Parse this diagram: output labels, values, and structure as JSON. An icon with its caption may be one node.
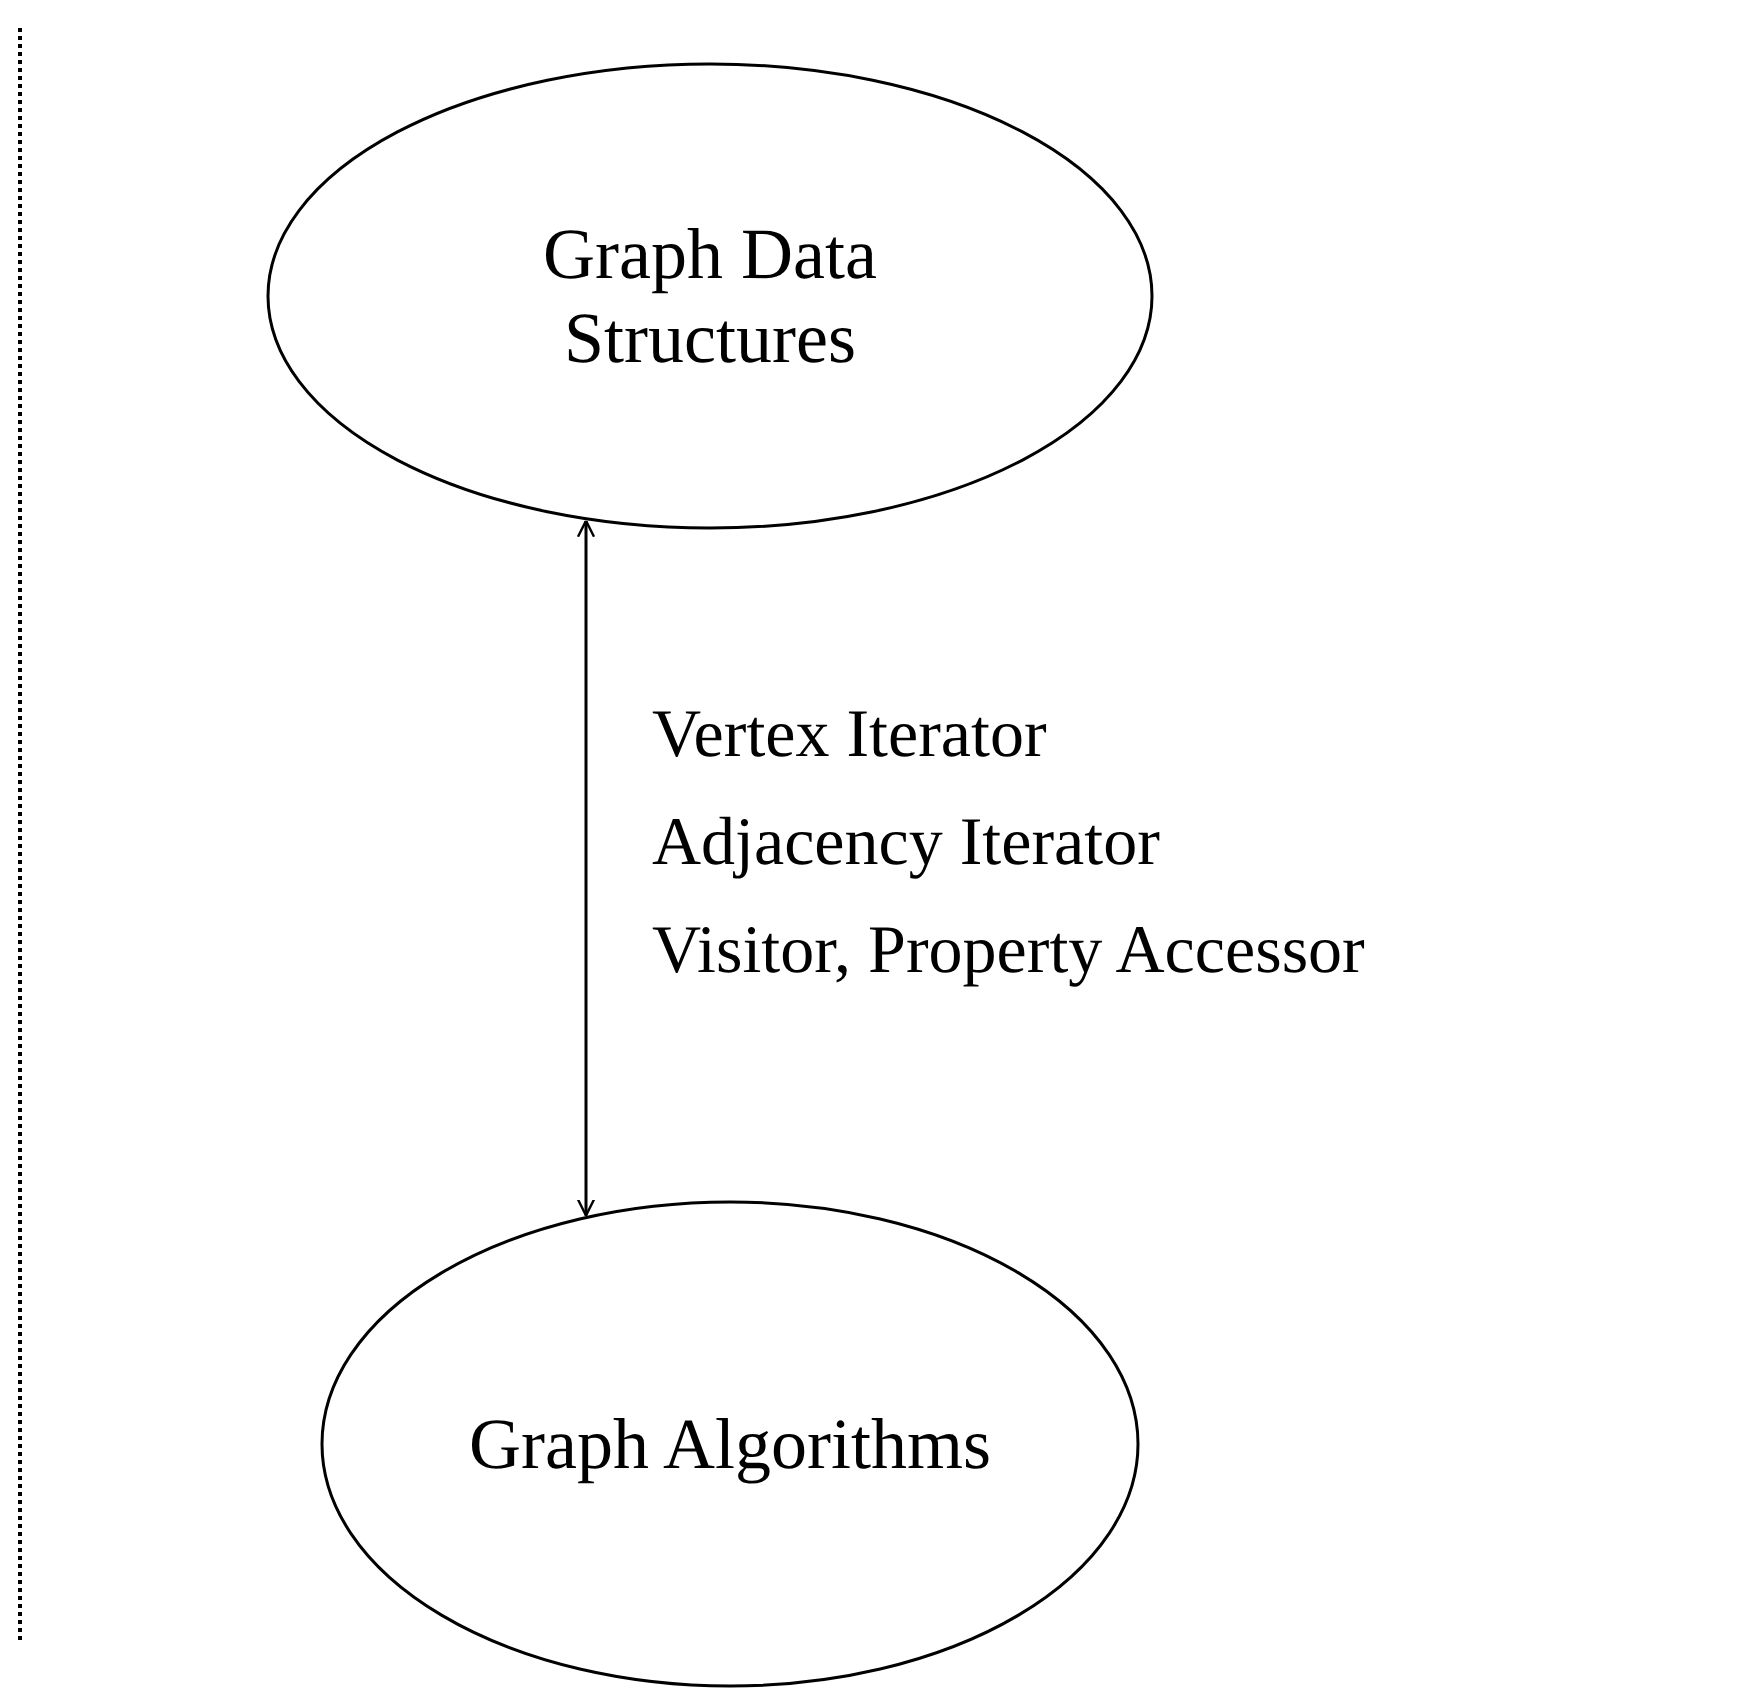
{
  "diagram": {
    "nodes": [
      {
        "text": [
          "Graph Data Structures"
        ]
      },
      {
        "text": [
          "Graph Algorithms"
        ]
      }
    ],
    "edges": [
      {
        "from": 0,
        "to": 1,
        "arrow": "both"
      }
    ],
    "labels": [
      "Vertex Iterator",
      "Adjacency Iterator",
      "Visitor, Property Accessor"
    ]
  }
}
